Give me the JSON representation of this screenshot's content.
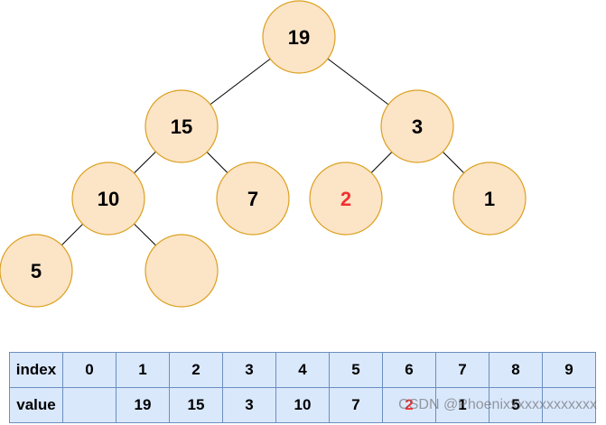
{
  "tree": {
    "nodes": [
      {
        "id": "n19",
        "label": "19",
        "highlight": false
      },
      {
        "id": "n15",
        "label": "15",
        "highlight": false
      },
      {
        "id": "n3",
        "label": "3",
        "highlight": false
      },
      {
        "id": "n10",
        "label": "10",
        "highlight": false
      },
      {
        "id": "n7",
        "label": "7",
        "highlight": false
      },
      {
        "id": "n2",
        "label": "2",
        "highlight": true
      },
      {
        "id": "n1",
        "label": "1",
        "highlight": false
      },
      {
        "id": "n5",
        "label": "5",
        "highlight": false
      },
      {
        "id": "nEmpty",
        "label": "",
        "highlight": false
      }
    ],
    "edges": [
      [
        "n19",
        "n15"
      ],
      [
        "n19",
        "n3"
      ],
      [
        "n15",
        "n10"
      ],
      [
        "n15",
        "n7"
      ],
      [
        "n3",
        "n2"
      ],
      [
        "n3",
        "n1"
      ],
      [
        "n10",
        "n5"
      ],
      [
        "n10",
        "nEmpty"
      ]
    ],
    "colors": {
      "node_fill": "#fce4c7",
      "node_stroke": "#dba11f",
      "highlight_text": "#f23030"
    }
  },
  "table": {
    "index_label": "index",
    "value_label": "value",
    "indices": [
      "0",
      "1",
      "2",
      "3",
      "4",
      "5",
      "6",
      "7",
      "8",
      "9"
    ],
    "values": [
      "",
      "19",
      "15",
      "3",
      "10",
      "7",
      "2",
      "1",
      "5",
      ""
    ],
    "highlight_index": 6,
    "colors": {
      "cell_fill": "#dae8fc",
      "cell_border": "#6c8ebf"
    }
  },
  "watermark": "CSDN @Phoenixxxxxxxxxxxxx"
}
